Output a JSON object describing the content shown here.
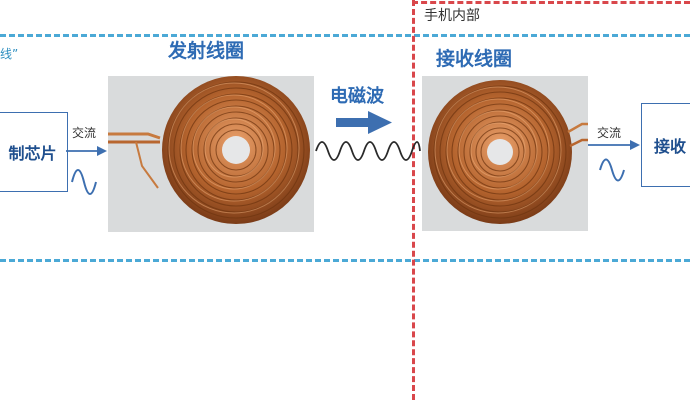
{
  "diagram": {
    "left_label_fragment": "线”",
    "phone_interior_label": "手机内部",
    "transmit_coil_title": "发射线圈",
    "receive_coil_title": "接收线圈",
    "em_wave_label": "电磁波",
    "left_box_text": "制芯片",
    "right_box_text": "接收",
    "ac_label_left": "交流",
    "ac_label_right": "交流"
  },
  "colors": {
    "blue_dash": "#4ba9d6",
    "red_dash": "#d9474b",
    "title_blue": "#2e6bb4",
    "copper": "#b0602b",
    "arrow_blue": "#3d6fb0"
  }
}
